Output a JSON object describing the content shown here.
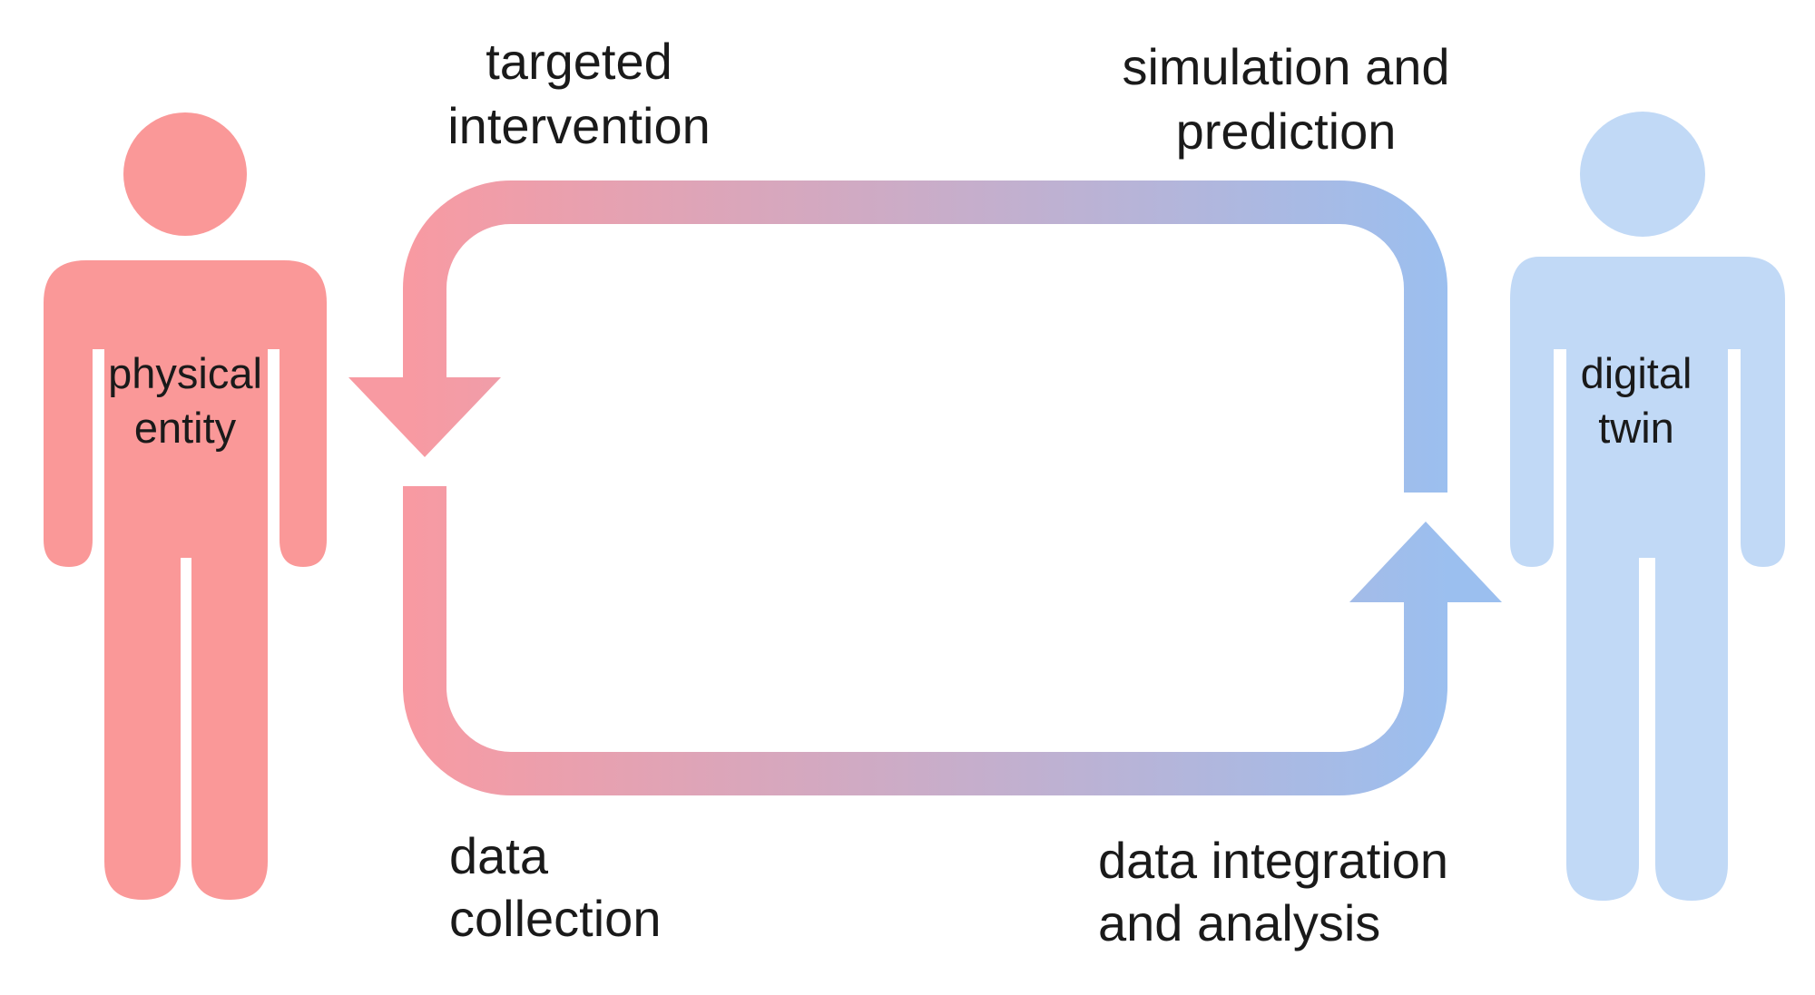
{
  "physical": {
    "label_line1": "physical",
    "label_line2": "entity",
    "color": "#fa9898"
  },
  "digital": {
    "label_line1": "digital",
    "label_line2": "twin",
    "color": "#c1d9f6"
  },
  "cycle": {
    "start_color": "#f89aa2",
    "end_color": "#9bbfef"
  },
  "labels": {
    "targeted_line1": "targeted",
    "targeted_line2": "intervention",
    "simulation_line1": "simulation and",
    "simulation_line2": "prediction",
    "collection_line1": "data",
    "collection_line2": "collection",
    "integration_line1": "data integration",
    "integration_line2": "and analysis"
  }
}
